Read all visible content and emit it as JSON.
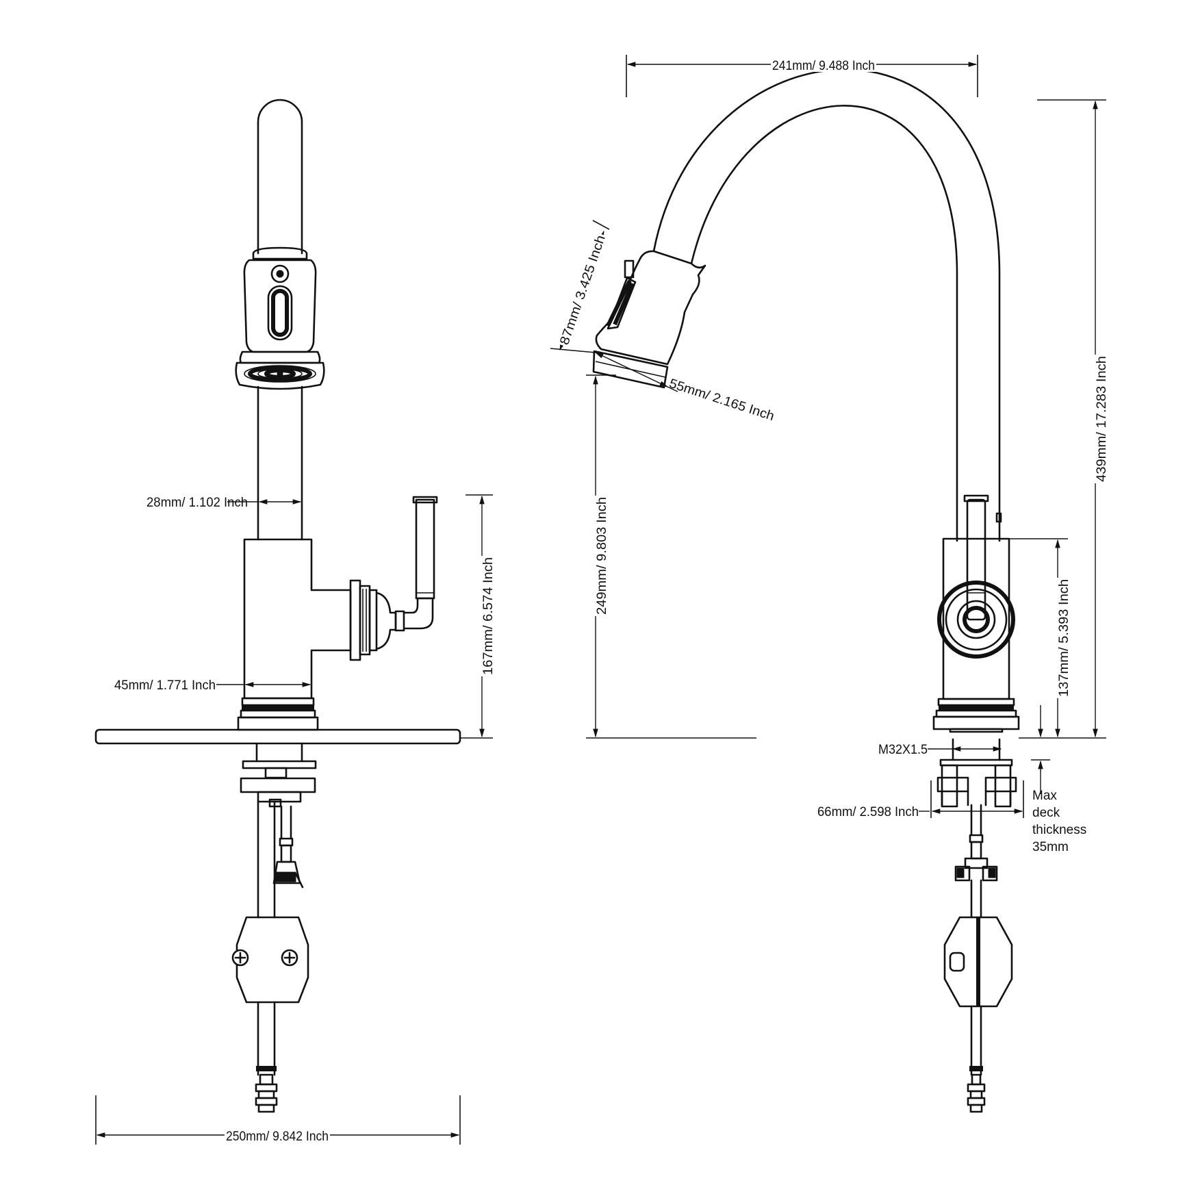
{
  "dimensions": {
    "spout_reach": "241mm/ 9.488 Inch",
    "total_height": "439mm/ 17.283 Inch",
    "sprayer_length": "87mm/ 3.425 Inch",
    "sprayer_face": "55mm/ 2.165 Inch",
    "spout_outlet_height": "249mm/ 9.803 Inch",
    "pipe_diameter": "28mm/ 1.102 Inch",
    "body_width": "45mm/ 1.771 Inch",
    "handle_height": "167mm/ 6.574 Inch",
    "deck_plate_width": "250mm/ 9.842 Inch",
    "body_height": "137mm/ 5.393 Inch",
    "thread_size": "M32X1.5",
    "shank_width": "66mm/ 2.598 Inch",
    "max_deck_line1": "Max",
    "max_deck_line2": "deck",
    "max_deck_line3": "thickness",
    "max_deck_line4": "35mm"
  }
}
